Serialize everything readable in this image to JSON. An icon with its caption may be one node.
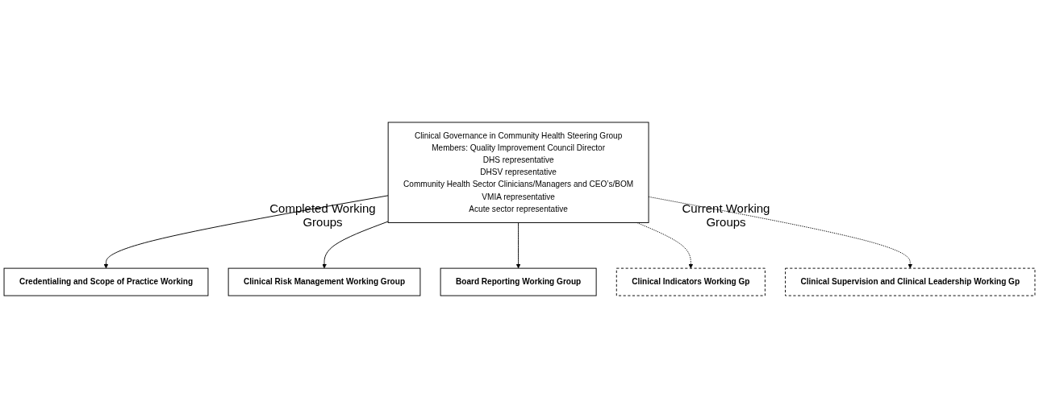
{
  "diagram": {
    "nodes": [
      {
        "text": [
          "Clinical Governance in Community Health Steering Group",
          "Members: Quality Improvement Council Director",
          "DHS representative",
          "DHSV representative",
          "Community Health Sector Clinicians/Managers and CEO’s/BOM",
          "VMIA representative",
          "Acute sector representative"
        ]
      },
      {
        "text": [
          "Credentialing and Scope of Practice Working"
        ]
      },
      {
        "text": [
          "Clinical Risk Management Working Group"
        ]
      },
      {
        "text": [
          "Board Reporting Working Group"
        ]
      },
      {
        "text": [
          "Clinical Indicators Working Gp"
        ]
      },
      {
        "text": [
          "Clinical Supervision and Clinical Leadership Working Gp"
        ]
      }
    ],
    "edges": [
      {
        "from": 0,
        "to": 1,
        "arrow": "to"
      },
      {
        "from": 0,
        "to": 2,
        "arrow": "to"
      },
      {
        "from": 0,
        "to": 3,
        "arrow": "to"
      },
      {
        "from": 0,
        "to": 4,
        "arrow": "to",
        "style": "dashed"
      },
      {
        "from": 0,
        "to": 5,
        "arrow": "to",
        "style": "dashed"
      }
    ],
    "labels": [
      "Completed Working Groups",
      "Current Working Groups"
    ]
  }
}
